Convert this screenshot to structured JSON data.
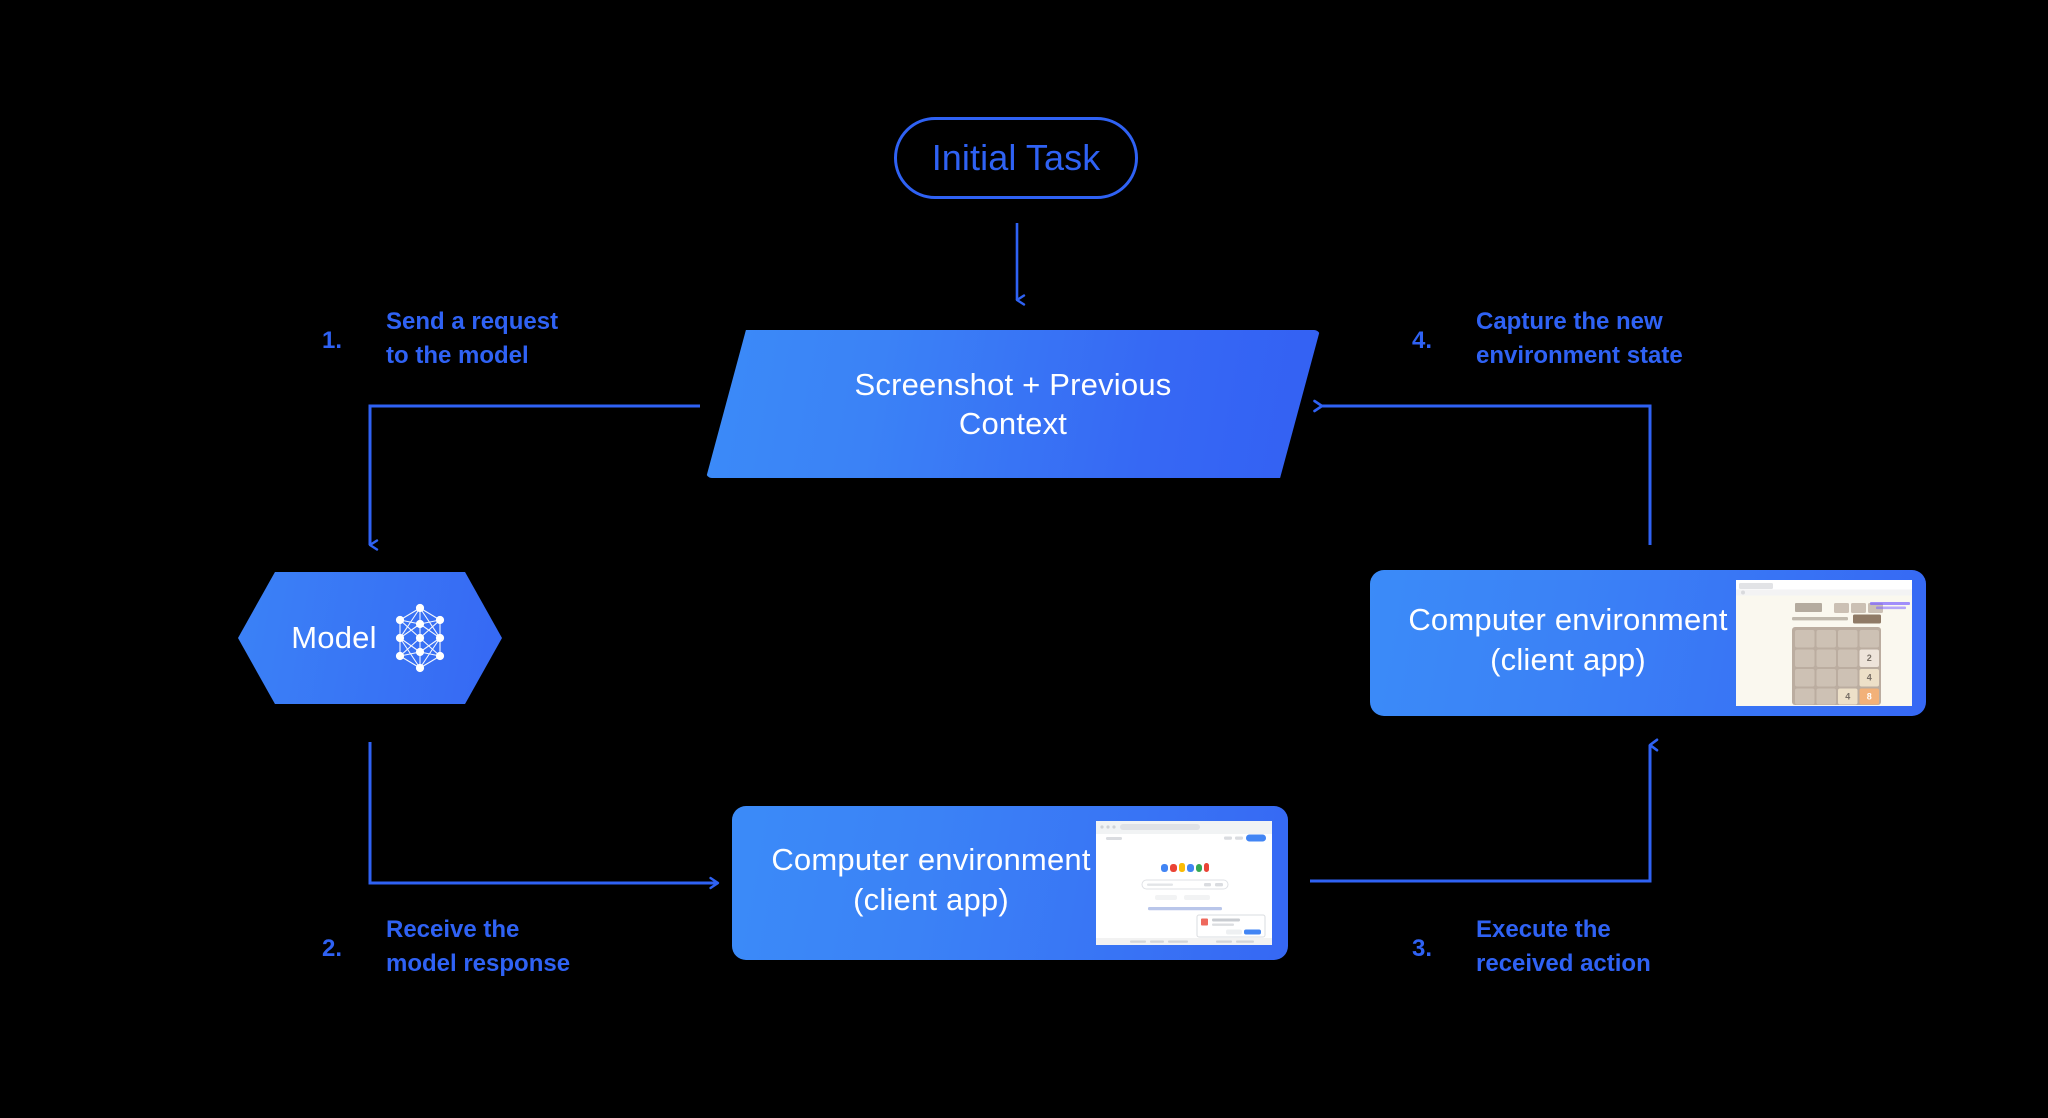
{
  "diagram": {
    "title_node": {
      "label": "Initial Task"
    },
    "context_node": {
      "line1": "Screenshot + Previous",
      "line2": "Context"
    },
    "model_node": {
      "label": "Model",
      "icon": "neural-network-icon"
    },
    "env_right": {
      "line1": "Computer environment",
      "line2": "(client app)",
      "thumbnail": "2048-game-screenshot-thumbnail",
      "thumbnail_app": "2048.org",
      "thumbnail_tiles": [
        "2",
        "4",
        "4",
        "8"
      ]
    },
    "env_bottom": {
      "line1": "Computer environment",
      "line2": "(client app)",
      "thumbnail": "google-search-screenshot-thumbnail",
      "thumbnail_app": "Google"
    },
    "steps": [
      {
        "number": "1.",
        "text": "Send a request\nto the model"
      },
      {
        "number": "2.",
        "text": "Receive the\nmodel response"
      },
      {
        "number": "3.",
        "text": "Execute the\nreceived action"
      },
      {
        "number": "4.",
        "text": "Capture the new\nenvironment state"
      }
    ],
    "colors": {
      "background": "#000000",
      "accent_blue": "#2f62f4",
      "gradient_light": "#3b8bf8",
      "gradient_dark": "#3360f3",
      "text_on_fill": "#ffffff"
    }
  }
}
